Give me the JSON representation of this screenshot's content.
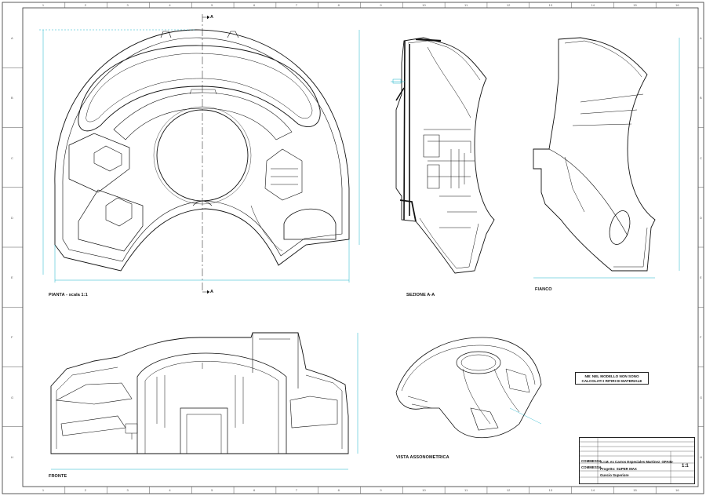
{
  "views": {
    "plan": "PIANTA - scala 1:1",
    "section": "SEZIONE A-A",
    "side": "FIANCO",
    "front": "FRONTE",
    "iso": "VISTA ASSONOMETRICA"
  },
  "section_marker": {
    "letter": "A"
  },
  "note": {
    "line1": "NB: NEL MODELLO NON SONO",
    "line2": "CALCOLATI I RITIRI DI MATERIALE"
  },
  "title_block": {
    "company_short": "COMMESSA",
    "company": "C.I.M. ex Carros Especiales Martinez -SPAIN-",
    "project_label": "Progetto: SUPER MAX",
    "part": "Guscio Superiore",
    "scale": "1:1"
  },
  "zone_numbers": [
    "1",
    "2",
    "3",
    "4",
    "5",
    "6",
    "7",
    "8",
    "9",
    "10",
    "11",
    "12",
    "13",
    "14",
    "15",
    "16"
  ],
  "zone_letters": [
    "A",
    "B",
    "C",
    "D",
    "E",
    "F",
    "G",
    "H"
  ],
  "colors": {
    "line": "#111111",
    "dimension": "#17b3c8",
    "frame": "#333333"
  }
}
